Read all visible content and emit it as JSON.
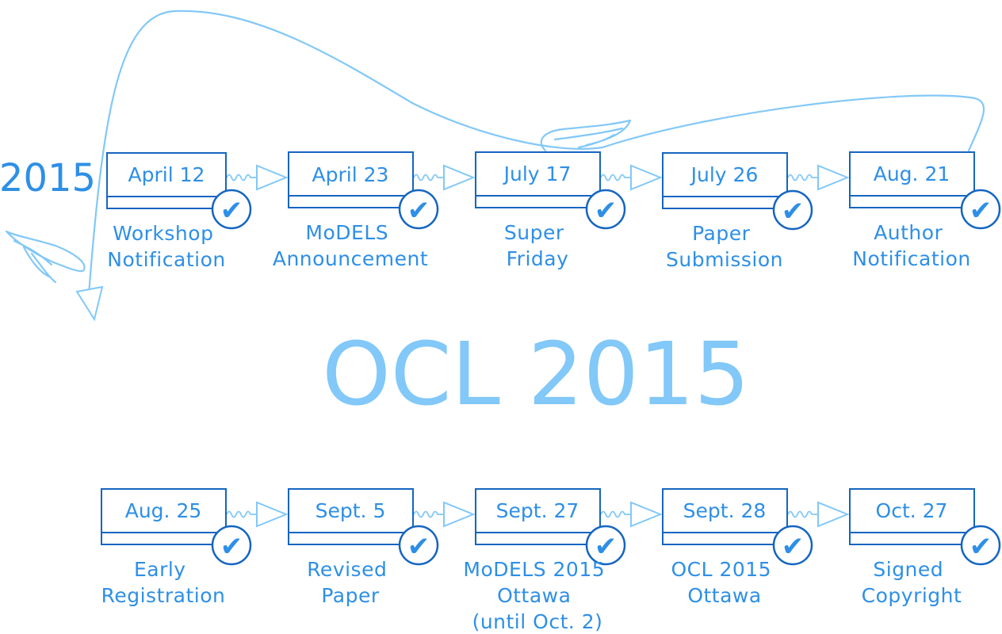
{
  "year_label": "2015",
  "title": "OCL 2015",
  "check_symbol": "✔",
  "colors": {
    "box_stroke": "#1565c0",
    "text": "#2e8fe6",
    "light_accent": "#82c8f8"
  },
  "top_row": [
    {
      "date": "April 12",
      "label": [
        "Workshop",
        "Notification"
      ]
    },
    {
      "date": "April 23",
      "label": [
        "MoDELS",
        "Announcement"
      ]
    },
    {
      "date": "July 17",
      "label": [
        "Super",
        "Friday"
      ]
    },
    {
      "date": "July 26",
      "label": [
        "Paper",
        "Submission"
      ]
    },
    {
      "date": "Aug. 21",
      "label": [
        "Author",
        "Notification"
      ]
    }
  ],
  "bottom_row": [
    {
      "date": "Aug. 25",
      "label": [
        "Early",
        "Registration"
      ]
    },
    {
      "date": "Sept. 5",
      "label": [
        "Revised",
        "Paper"
      ]
    },
    {
      "date": "Sept. 27",
      "label": [
        "MoDELS 2015",
        "Ottawa",
        "(until Oct. 2)"
      ]
    },
    {
      "date": "Sept. 28",
      "label": [
        "OCL 2015",
        "Ottawa"
      ]
    },
    {
      "date": "Oct. 27",
      "label": [
        "Signed",
        "Copyright"
      ]
    }
  ]
}
